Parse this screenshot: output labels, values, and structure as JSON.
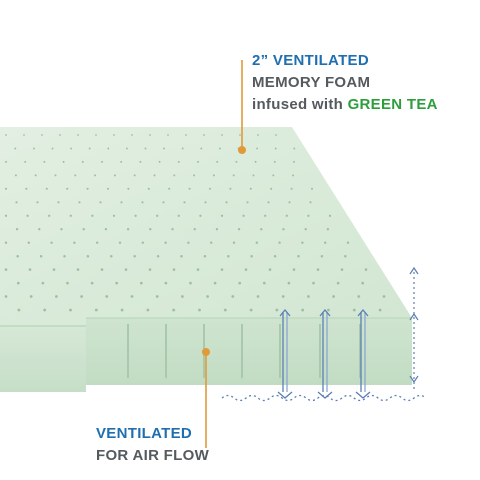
{
  "top_callout": {
    "line1": "2” VENTILATED",
    "line2": "MEMORY FOAM",
    "line3_prefix": "infused with ",
    "line3_highlight": "GREEN TEA"
  },
  "bottom_callout": {
    "line1": "VENTILATED",
    "line2": "FOR AIR FLOW"
  },
  "colors": {
    "foam_top": "#dcebdc",
    "foam_side": "#c9e0c9",
    "foam_edge": "#b9d6ba",
    "accent_blue": "#1f6fb0",
    "accent_green": "#2e9e3c",
    "text_grey": "#555a5e",
    "leader_orange": "#e09a3a"
  },
  "icons": {
    "airflow": "airflow-arrow-icon",
    "height": "height-arrow-icon"
  }
}
